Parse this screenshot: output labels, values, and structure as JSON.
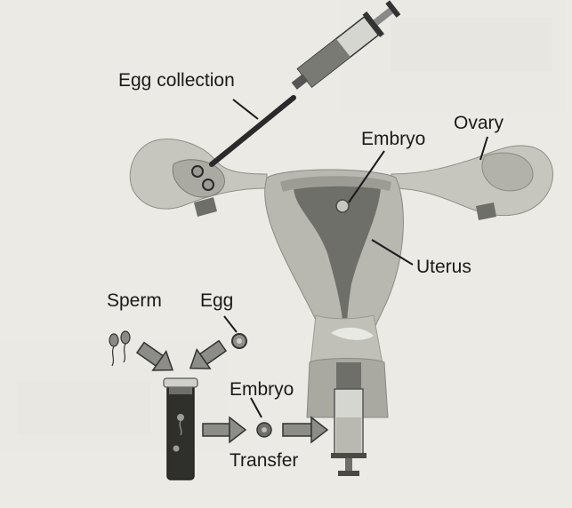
{
  "figure": {
    "labels": {
      "egg_collection": "Egg collection",
      "embryo_top": "Embryo",
      "ovary": "Ovary",
      "uterus": "Uterus",
      "sperm": "Sperm",
      "egg": "Egg",
      "embryo_bottom": "Embryo",
      "transfer": "Transfer"
    },
    "colors": {
      "background": "#ecebe6",
      "tissue_light": "#c9c9c3",
      "tissue_mid": "#a9a9a2",
      "tissue_dark": "#6f6f69",
      "stroke": "#2a2a2a"
    }
  }
}
